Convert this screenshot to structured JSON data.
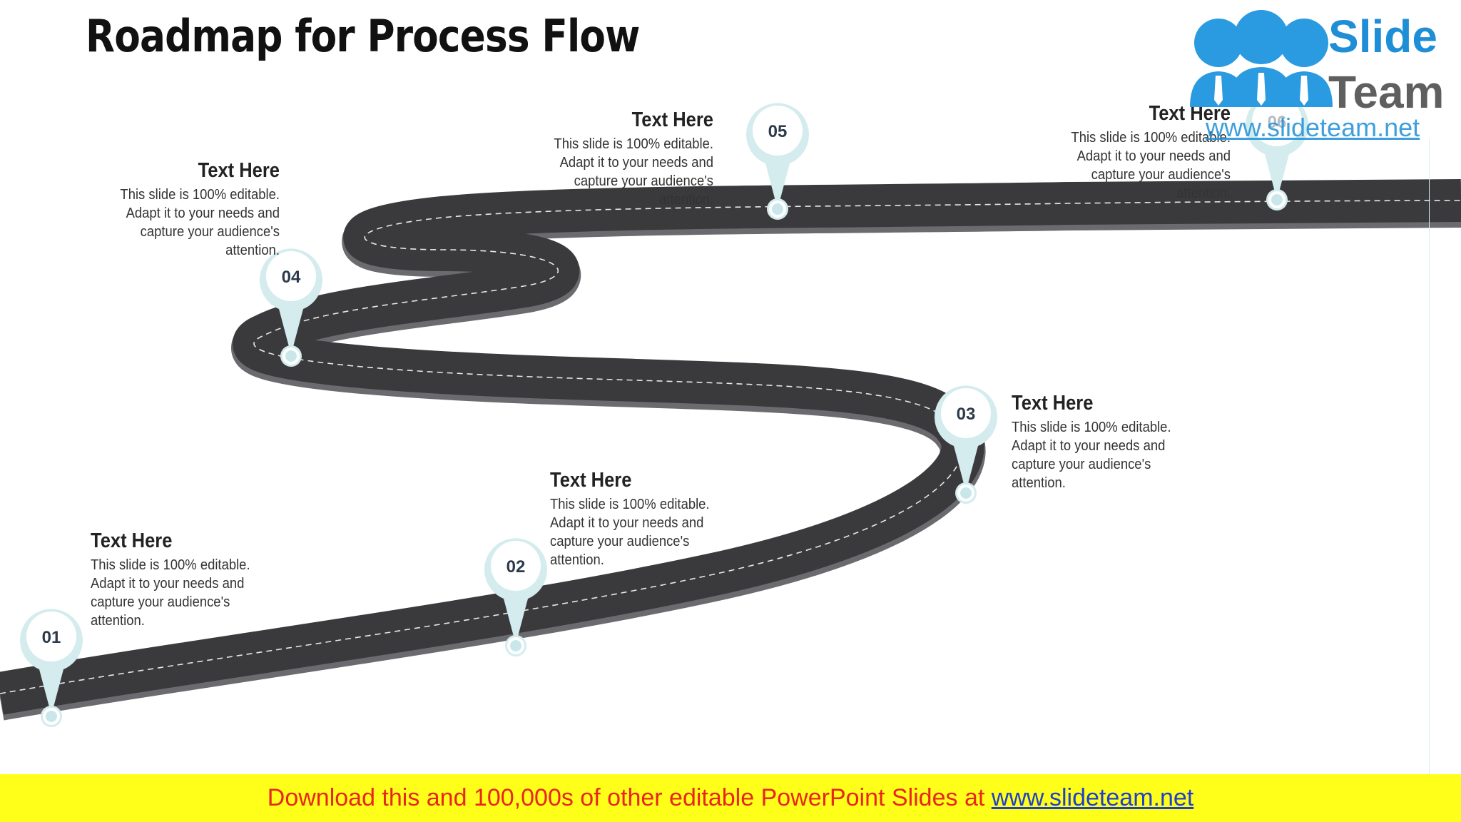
{
  "title": "Roadmap for Process Flow",
  "steps": [
    {
      "number": "01",
      "heading": "Text Here",
      "body": "This slide is 100% editable. Adapt it to your needs and capture your audience's attention."
    },
    {
      "number": "02",
      "heading": "Text Here",
      "body": "This slide is 100% editable. Adapt it to your needs and capture your audience's attention."
    },
    {
      "number": "03",
      "heading": "Text Here",
      "body": "This slide is 100% editable. Adapt it to your needs and capture your audience's attention."
    },
    {
      "number": "04",
      "heading": "Text Here",
      "body": "This slide is 100% editable. Adapt it to your needs and capture your audience's attention."
    },
    {
      "number": "05",
      "heading": "Text Here",
      "body": "This slide is 100% editable. Adapt it to your needs and capture your audience's attention."
    },
    {
      "number": "06",
      "heading": "Text Here",
      "body": "This slide is 100% editable. Adapt it to your needs and capture your audience's attention."
    }
  ],
  "logo": {
    "word1": "Slide",
    "word2": "Team",
    "url": "www.slideteam.net"
  },
  "banner": {
    "text": "Download this and 100,000s of other editable PowerPoint Slides at ",
    "link": "www.slideteam.net"
  },
  "colors": {
    "road": "#3a3a3c",
    "pin": "#d4ecee",
    "banner": "#ffff1a",
    "banner_text": "#e8261c",
    "logo_blue": "#1e8fd6"
  }
}
